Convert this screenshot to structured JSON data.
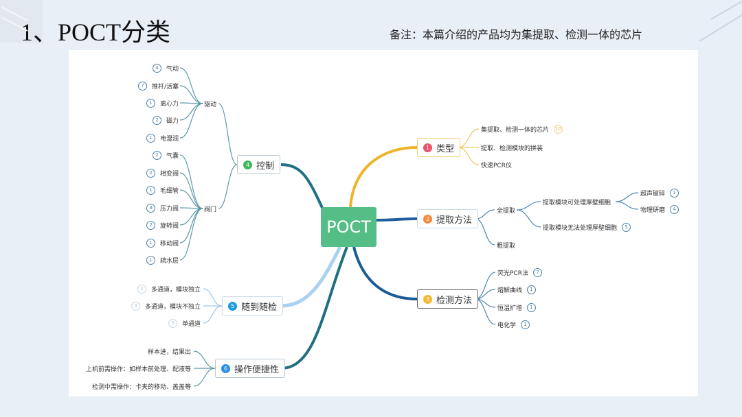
{
  "slide": {
    "title": "1、POCT分类",
    "note": "备注：本篇介绍的产品均为集提取、检测一体的芯片"
  },
  "colors": {
    "center": "#55be86",
    "type": "#f0b429",
    "extract": "#1f5f9e",
    "detect": "#1a5b96",
    "control": "#1f6f86",
    "random": "#aad0f2",
    "ease": "#1f6f82"
  },
  "mindmap": {
    "center": "POCT",
    "type": {
      "num": "1",
      "label": "类型",
      "children": [
        {
          "label": "集提取、检测一体的芯片",
          "count": "10"
        },
        {
          "label": "提取、检测模块的拼装"
        },
        {
          "label": "快速PCR仪"
        }
      ]
    },
    "extract": {
      "num": "2",
      "label": "提取方法",
      "full": {
        "label": "全提取",
        "thick": {
          "label": "提取模块可处理厚壁细胞",
          "children": [
            {
              "label": "超声破碎",
              "count": "1"
            },
            {
              "label": "物理研磨",
              "count": "4"
            }
          ]
        },
        "nothick": {
          "label": "提取模块无法处理厚壁细胞",
          "count": "5"
        }
      },
      "crude": {
        "label": "粗提取"
      }
    },
    "detect": {
      "num": "3",
      "label": "检测方法",
      "children": [
        {
          "label": "荧光PCR法",
          "count": "7"
        },
        {
          "label": "熔解曲线",
          "count": "1"
        },
        {
          "label": "恒温扩增",
          "count": "1"
        },
        {
          "label": "电化学",
          "count": "1"
        }
      ]
    },
    "control": {
      "num": "4",
      "label": "控制",
      "drive": {
        "label": "驱动",
        "children": [
          {
            "label": "气动",
            "count": "4"
          },
          {
            "label": "推杆/活塞",
            "count": "7"
          },
          {
            "label": "离心力",
            "count": "1"
          },
          {
            "label": "磁力",
            "count": "2"
          },
          {
            "label": "电湿润",
            "count": "1"
          }
        ]
      },
      "valve": {
        "label": "阀门",
        "children": [
          {
            "label": "气囊",
            "count": "2"
          },
          {
            "label": "相变阀",
            "count": "2"
          },
          {
            "label": "毛细管",
            "count": "1"
          },
          {
            "label": "压力阀",
            "count": "3"
          },
          {
            "label": "旋转阀",
            "count": "2"
          },
          {
            "label": "移动阀",
            "count": "1"
          },
          {
            "label": "疏水层",
            "count": "1"
          }
        ]
      }
    },
    "random": {
      "num": "5",
      "label": "随到随检",
      "children": [
        {
          "label": "多通道，模块独立",
          "count": "2"
        },
        {
          "label": "多通道，模块不独立",
          "count": "3"
        },
        {
          "label": "单通道",
          "count": "5"
        }
      ]
    },
    "ease": {
      "num": "6",
      "label": "操作便捷性",
      "children": [
        {
          "label": "样本进，结果出"
        },
        {
          "label": "上机前需操作：如样本前处理、配液等"
        },
        {
          "label": "检测中需操作：卡夹的移动、盖盖等"
        }
      ]
    }
  }
}
